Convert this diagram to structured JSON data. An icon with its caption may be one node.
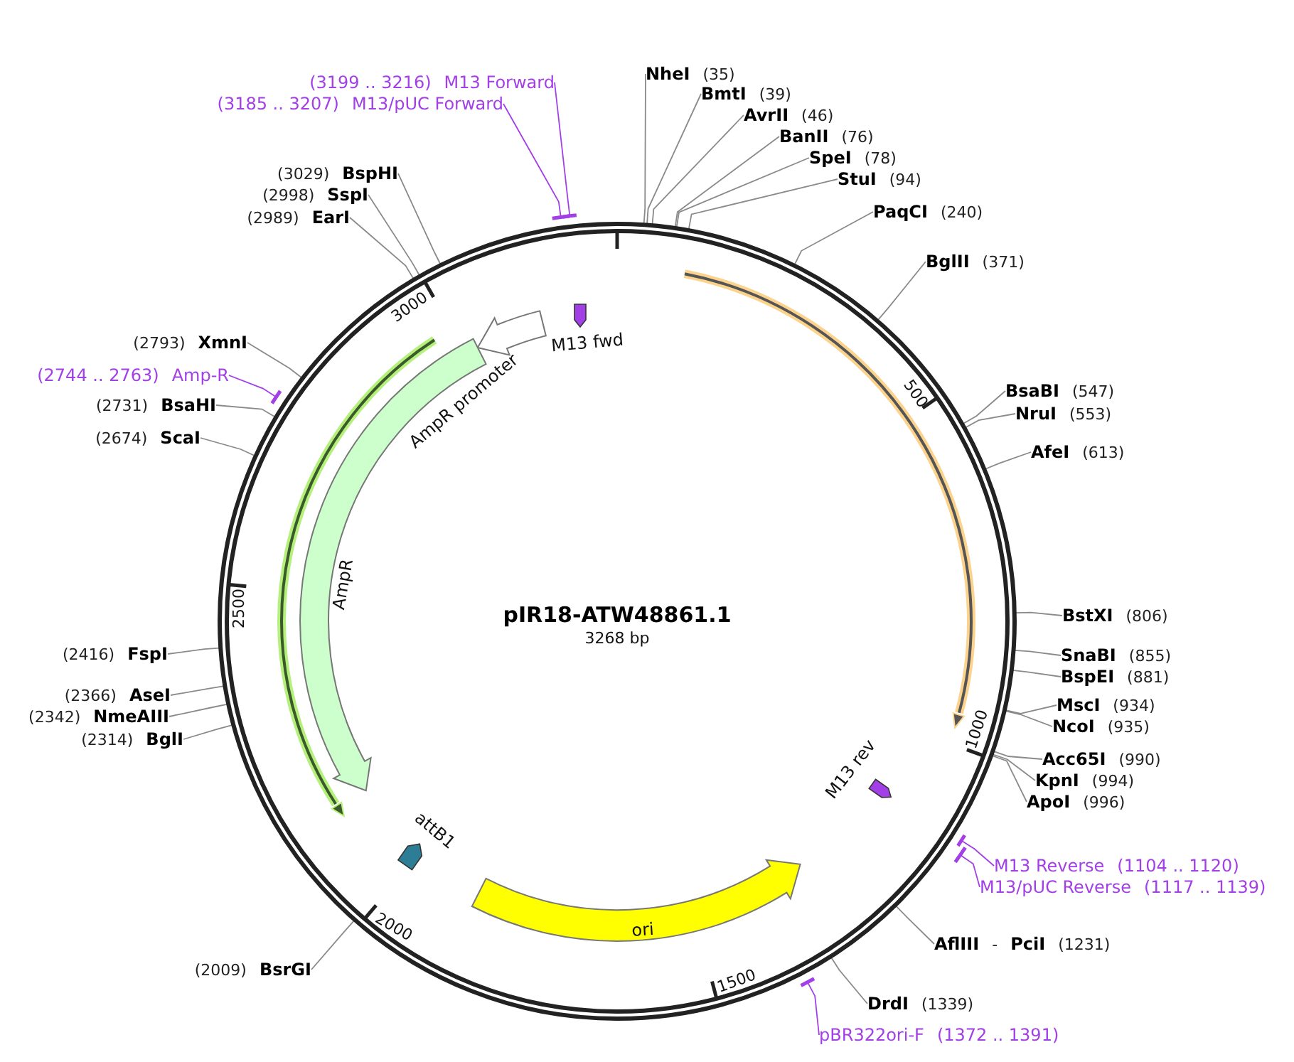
{
  "diagram": {
    "title": "pIR18-ATW48861.1",
    "nodes": [
      {
        "text": [],
        "shape": "circle"
      },
      {
        "text": [
          "(3199 .. 3216)",
          "M13 Forward"
        ]
      },
      {
        "text": [
          "(3185 .. 3207)",
          "M13/pUC Forward"
        ]
      },
      {
        "text": [
          "NheI",
          "(35)"
        ]
      },
      {
        "text": [
          "BmtI",
          "(39)"
        ]
      },
      {
        "text": [
          "AvrII",
          "(46)"
        ]
      },
      {
        "text": [
          "BanII",
          "(76)"
        ]
      },
      {
        "text": [
          "SpeI",
          "(78)"
        ]
      },
      {
        "text": [
          "StuI",
          "(94)"
        ]
      },
      {
        "text": [
          "(3029)",
          "BspHI"
        ]
      },
      {
        "text": [
          "(2998)",
          "SspI"
        ]
      },
      {
        "text": [
          "(2989)",
          "EarI"
        ]
      },
      {
        "text": [
          "PaqCI",
          "(240)"
        ]
      },
      {
        "text": [
          "BglII",
          "(371)"
        ]
      },
      {
        "text": [
          "M13 fwd"
        ],
        "in": 0
      },
      {
        "text": [
          "(2793)",
          "XmnI"
        ]
      },
      {
        "text": [
          "(2744 .. 2763)",
          "Amp-R"
        ]
      },
      {
        "text": [
          "AmpR promoter"
        ],
        "in": 0
      },
      {
        "text": [
          "BsaBI",
          "(547)"
        ]
      },
      {
        "text": [
          "(2731)",
          "BsaHI"
        ]
      },
      {
        "text": [
          "NruI",
          "(553)"
        ]
      },
      {
        "text": [
          "(2674)",
          "ScaI"
        ]
      },
      {
        "text": [
          "AfeI",
          "(613)"
        ]
      },
      {
        "text": [
          "AmpR"
        ],
        "in": 0
      },
      {
        "text": [
          "BstXI",
          "(806)"
        ]
      },
      {
        "text": [
          "(2416)",
          "FspI"
        ]
      },
      {
        "text": [
          "SnaBI",
          "(855)"
        ]
      },
      {
        "text": [
          "BspEI",
          "(881)"
        ]
      },
      {
        "text": [
          "(2366)",
          "AseI"
        ]
      },
      {
        "text": [
          "MscI",
          "(934)"
        ]
      },
      {
        "text": [
          "(2342)",
          "NmeAIII"
        ]
      },
      {
        "text": [
          "NcoI",
          "(935)"
        ]
      },
      {
        "text": [
          "(2314)",
          "BglI"
        ]
      },
      {
        "text": [
          "Acc65I",
          "(990)"
        ]
      },
      {
        "text": [
          "KpnI",
          "(994)"
        ]
      },
      {
        "text": [
          "ApoI",
          "(996)"
        ]
      },
      {
        "text": [
          "M13 rev"
        ],
        "in": 0
      },
      {
        "text": [
          "attB1"
        ],
        "in": 0
      },
      {
        "text": [
          "M13 Reverse",
          "(1104 .. 1120)"
        ]
      },
      {
        "text": [
          "M13/pUC Reverse",
          "(1117 .. 1139)"
        ]
      },
      {
        "text": [
          "ori"
        ],
        "in": 0
      },
      {
        "text": [
          "AflIII",
          "-",
          "PciI",
          "(1231)"
        ]
      },
      {
        "text": [
          "(2009)",
          "BsrGI"
        ]
      },
      {
        "text": [
          "DrdI",
          "(1339)"
        ]
      },
      {
        "text": [
          "pBR322ori-F",
          "(1372 .. 1391)"
        ]
      },
      {
        "text": [],
        "shape": "bar"
      },
      {
        "text": [],
        "shape": "bar"
      },
      {
        "text": [],
        "shape": "bar"
      },
      {
        "text": [],
        "shape": "bar"
      },
      {
        "text": [],
        "shape": "bar"
      },
      {
        "text": [],
        "shape": "bar"
      }
    ],
    "edges": [
      {
        "from": 1,
        "to": 45,
        "arrow": "none",
        "color": "#a23fe6"
      },
      {
        "from": 2,
        "to": 46,
        "arrow": "none",
        "color": "#a23fe6"
      },
      {
        "from": 3,
        "to": 0,
        "arrow": "none"
      },
      {
        "from": 4,
        "to": 0,
        "arrow": "none"
      },
      {
        "from": 5,
        "to": 0,
        "arrow": "none"
      },
      {
        "from": 6,
        "to": 0,
        "arrow": "none"
      },
      {
        "from": 7,
        "to": 0,
        "arrow": "none"
      },
      {
        "from": 8,
        "to": 0,
        "arrow": "none"
      },
      {
        "from": 9,
        "to": 0,
        "arrow": "none"
      },
      {
        "from": 10,
        "to": 0,
        "arrow": "none"
      },
      {
        "from": 11,
        "to": 0,
        "arrow": "none"
      },
      {
        "from": 12,
        "to": 0,
        "arrow": "none"
      },
      {
        "from": 13,
        "to": 0,
        "arrow": "none"
      },
      {
        "from": 15,
        "to": 0,
        "arrow": "none"
      },
      {
        "from": 16,
        "to": 47,
        "arrow": "none",
        "color": "#a23fe6"
      },
      {
        "from": 18,
        "to": 0,
        "arrow": "none"
      },
      {
        "from": 19,
        "to": 0,
        "arrow": "none"
      },
      {
        "from": 20,
        "to": 0,
        "arrow": "none"
      },
      {
        "from": 21,
        "to": 0,
        "arrow": "none"
      },
      {
        "from": 22,
        "to": 0,
        "arrow": "none"
      },
      {
        "from": 24,
        "to": 0,
        "arrow": "none"
      },
      {
        "from": 25,
        "to": 0,
        "arrow": "none"
      },
      {
        "from": 26,
        "to": 0,
        "arrow": "none"
      },
      {
        "from": 27,
        "to": 0,
        "arrow": "none"
      },
      {
        "from": 28,
        "to": 0,
        "arrow": "none"
      },
      {
        "from": 29,
        "to": 0,
        "arrow": "none"
      },
      {
        "from": 30,
        "to": 0,
        "arrow": "none"
      },
      {
        "from": 31,
        "to": 0,
        "arrow": "none"
      },
      {
        "from": 32,
        "to": 0,
        "arrow": "none"
      },
      {
        "from": 33,
        "to": 0,
        "arrow": "none"
      },
      {
        "from": 34,
        "to": 0,
        "arrow": "none"
      },
      {
        "from": 35,
        "to": 0,
        "arrow": "none"
      },
      {
        "from": 38,
        "to": 48,
        "arrow": "none",
        "color": "#a23fe6"
      },
      {
        "from": 39,
        "to": 49,
        "arrow": "none",
        "color": "#a23fe6"
      },
      {
        "from": 41,
        "to": 0,
        "arrow": "none"
      },
      {
        "from": 42,
        "to": 0,
        "arrow": "none"
      },
      {
        "from": 43,
        "to": 0,
        "arrow": "none"
      },
      {
        "from": 44,
        "to": 50,
        "arrow": "none",
        "color": "#a23fe6"
      }
    ],
    "labels": [
      "3000",
      "500",
      "2500",
      "3268 bp",
      "1000",
      "2000",
      "1500"
    ]
  }
}
